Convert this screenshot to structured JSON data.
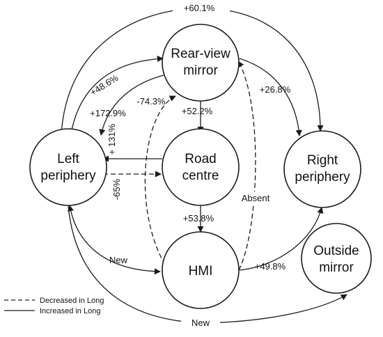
{
  "nodes": {
    "rear_view_mirror": {
      "line1": "Rear-view",
      "line2": "mirror"
    },
    "left_periphery": {
      "line1": "Left",
      "line2": "periphery"
    },
    "road_centre": {
      "line1": "Road",
      "line2": "centre"
    },
    "right_periphery": {
      "line1": "Right",
      "line2": "periphery"
    },
    "hmi": {
      "line1": "HMI"
    },
    "outside_mirror": {
      "line1": "Outside",
      "line2": "mirror"
    }
  },
  "edges": {
    "left_to_right_top": "+60.1%",
    "left_to_rear": "+48.6%",
    "rear_to_left": "+172.9%",
    "hmi_to_rear": "-74.3%",
    "rear_to_right": "+26.8%",
    "rear_to_road": "+52.2%",
    "road_to_left": "+ 131%",
    "left_to_road": "-65%",
    "hmi_to_rear_right": "Absent",
    "road_to_hmi": "+53.8%",
    "left_to_hmi": "New",
    "hmi_to_right": "+49.8%",
    "left_to_outside": "New"
  },
  "legend": {
    "decreased": "Decreased in Long",
    "increased": "Increased in Long"
  },
  "colors": {
    "stroke": "#1a1a1a",
    "text": "#111111",
    "background": "#ffffff"
  }
}
